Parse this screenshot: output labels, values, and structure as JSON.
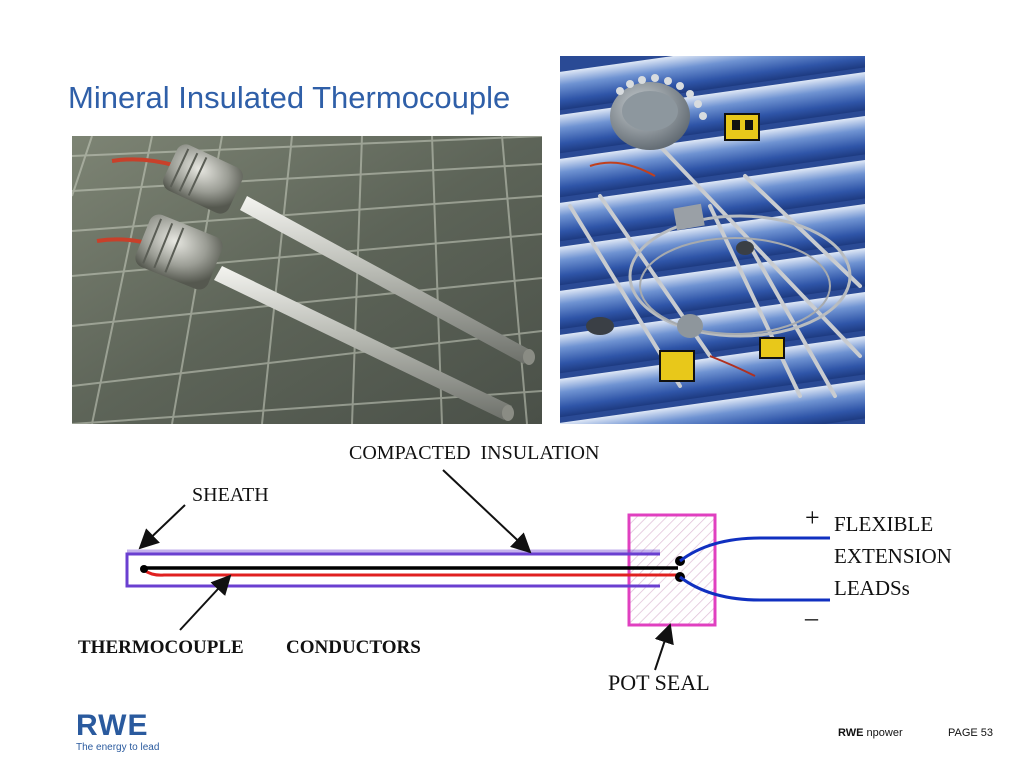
{
  "slide": {
    "title": "Mineral Insulated Thermocouple"
  },
  "diagram": {
    "compacted_insulation": "COMPACTED  INSULATION",
    "sheath": "SHEATH",
    "thermocouple": "THERMOCOUPLE",
    "conductors": "CONDUCTORS",
    "pot_seal": "POT SEAL",
    "flexible": "FLEXIBLE",
    "extension": "EXTENSION",
    "leads": "LEADSs",
    "plus": "+",
    "minus": "–",
    "colors": {
      "sheath_outline": "#6a3fd0",
      "pot_seal": "#e040c0",
      "conductor_red": "#e02020",
      "conductor_black": "#000000",
      "extension_leads": "#1030c0"
    }
  },
  "footer": {
    "logo_word": "RWE",
    "logo_tagline": "The energy to lead",
    "brand_bold": "RWE",
    "brand_rest": "npower",
    "page": "PAGE 53"
  }
}
